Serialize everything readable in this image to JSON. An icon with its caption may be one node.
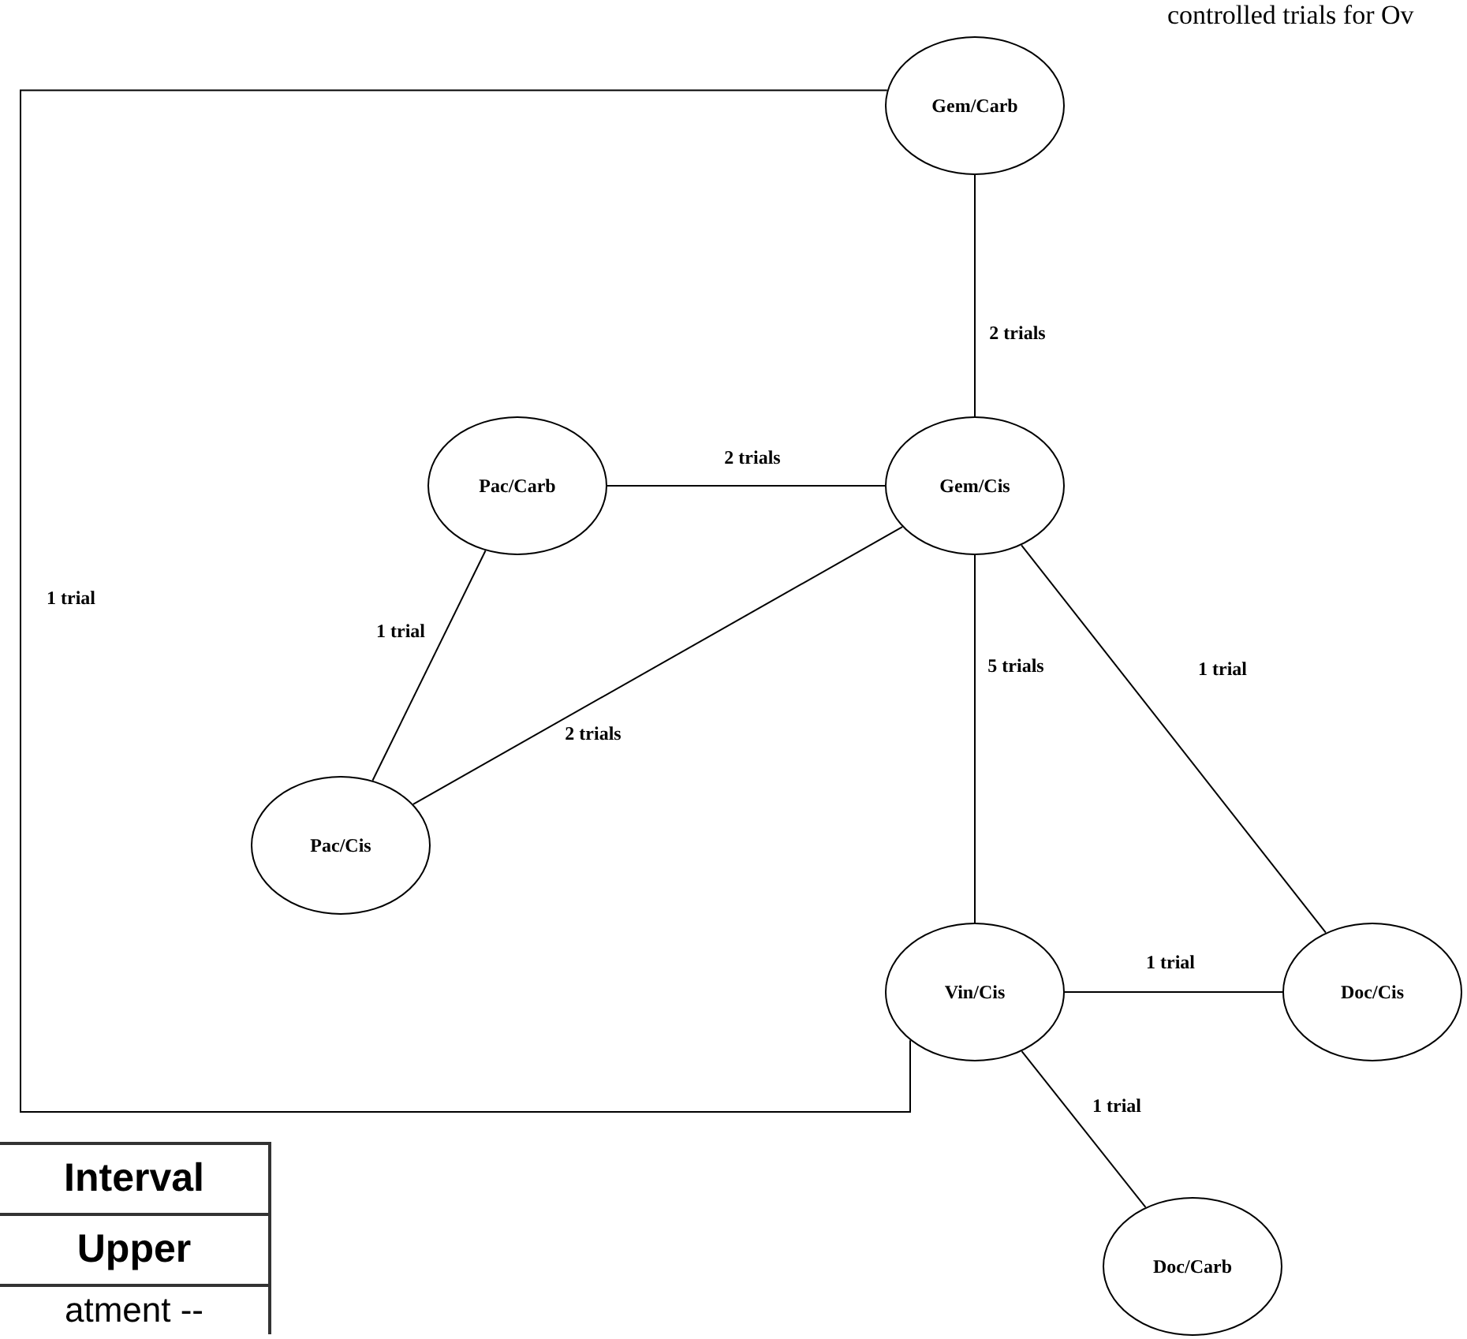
{
  "diagram": {
    "nodes": [
      {
        "text": [
          "Gem/Carb"
        ]
      },
      {
        "text": [
          "Pac/Carb"
        ]
      },
      {
        "text": [
          "Gem/Cis"
        ]
      },
      {
        "text": [
          "Pac/Cis"
        ]
      },
      {
        "text": [
          "Vin/Cis"
        ]
      },
      {
        "text": [
          "Doc/Cis"
        ]
      },
      {
        "text": [
          "Doc/Carb"
        ]
      }
    ],
    "edges": [
      {
        "from": 0,
        "to": 2,
        "arrow": "none",
        "label": "2 trials"
      },
      {
        "from": 1,
        "to": 2,
        "arrow": "none",
        "label": "2 trials"
      },
      {
        "from": 1,
        "to": 3,
        "arrow": "none",
        "label": "1 trial"
      },
      {
        "from": 2,
        "to": 3,
        "arrow": "none",
        "label": "2 trials"
      },
      {
        "from": 2,
        "to": 4,
        "arrow": "none",
        "label": "5 trials"
      },
      {
        "from": 2,
        "to": 5,
        "arrow": "none",
        "label": "1 trial"
      },
      {
        "from": 4,
        "to": 5,
        "arrow": "none",
        "label": "1 trial"
      },
      {
        "from": 4,
        "to": 6,
        "arrow": "none",
        "label": "1 trial"
      },
      {
        "from": 0,
        "to": 4,
        "arrow": "none",
        "label": "1 trial"
      }
    ],
    "labels": [
      "controlled trials for Ov",
      "Interval",
      "Upper",
      "atment --"
    ]
  }
}
